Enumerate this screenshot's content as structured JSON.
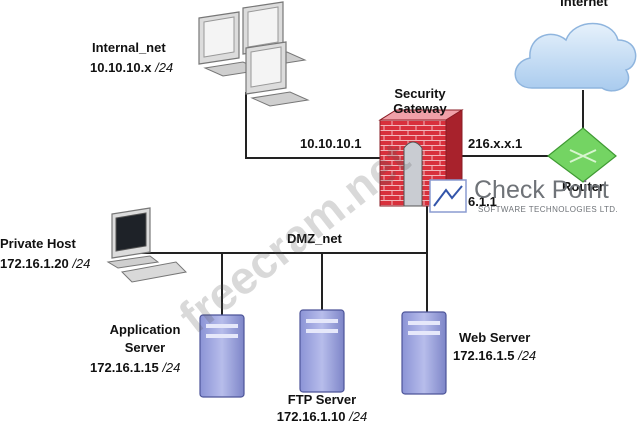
{
  "internet": {
    "label": "Internet"
  },
  "internal_net": {
    "name": "Internal_net",
    "ip": "10.10.10.x",
    "mask": "/24"
  },
  "gateway": {
    "label_line1": "Security",
    "label_line2": "Gateway",
    "internal_ip": "10.10.10.1",
    "external_ip": "216.x.x.1",
    "dmz_ip": "6.1.1"
  },
  "router": {
    "label": "Router"
  },
  "dmz": {
    "name": "DMZ_net"
  },
  "private_host": {
    "name": "Private Host",
    "ip": "172.16.1.20",
    "mask": "/24"
  },
  "app_server": {
    "name_line1": "Application",
    "name_line2": "Server",
    "ip": "172.16.1.15",
    "mask": "/24"
  },
  "ftp_server": {
    "name": "FTP Server",
    "ip": "172.16.1.10",
    "mask": "/24"
  },
  "web_server": {
    "name": "Web Server",
    "ip": "172.16.1.5",
    "mask": "/24"
  },
  "branding": {
    "logo_text": "Check Point",
    "logo_sub": "SOFTWARE TECHNOLOGIES LTD."
  },
  "watermark": {
    "text": "freecram.net"
  },
  "colors": {
    "line": "#222222",
    "firewall": "#d42a36",
    "router": "#6fd15f",
    "cloud": "#bcd8f2",
    "server": "#9aa2dc"
  }
}
